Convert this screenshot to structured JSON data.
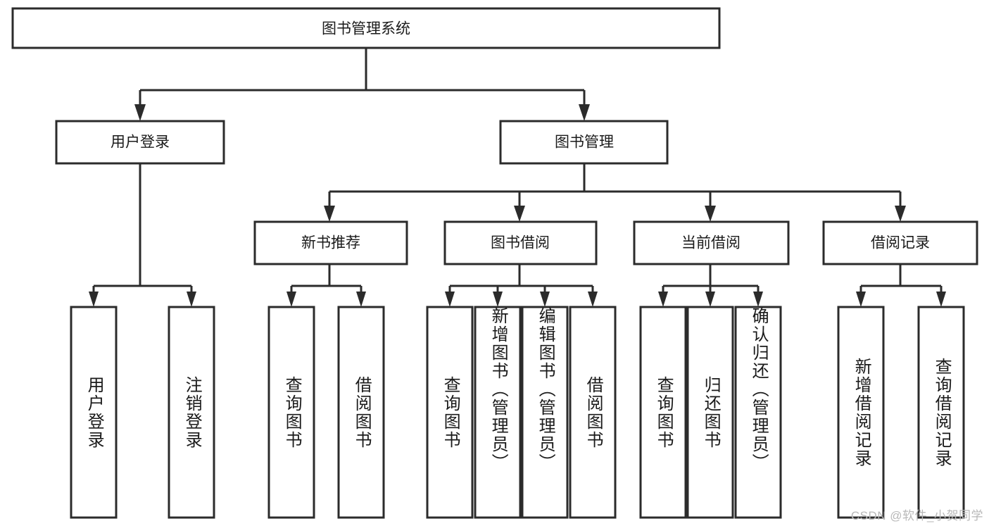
{
  "diagram": {
    "type": "hierarchy-tree",
    "title": "图书管理系统",
    "root": {
      "id": "root",
      "label": "图书管理系统",
      "orientation": "horizontal"
    },
    "level2": [
      {
        "id": "user-login",
        "label": "用户登录"
      },
      {
        "id": "book-management",
        "label": "图书管理"
      }
    ],
    "level3": [
      {
        "id": "new-book-recommend",
        "label": "新书推荐",
        "parent": "book-management"
      },
      {
        "id": "book-borrow",
        "label": "图书借阅",
        "parent": "book-management"
      },
      {
        "id": "current-borrow",
        "label": "当前借阅",
        "parent": "book-management"
      },
      {
        "id": "borrow-record",
        "label": "借阅记录",
        "parent": "book-management"
      }
    ],
    "leaves": [
      {
        "id": "leaf-user-login",
        "label": "用户登录",
        "parent": "user-login"
      },
      {
        "id": "leaf-logout-login",
        "label": "注销登录",
        "parent": "user-login"
      },
      {
        "id": "leaf-query-book-1",
        "label": "查询图书",
        "parent": "new-book-recommend"
      },
      {
        "id": "leaf-borrow-book-1",
        "label": "借阅图书",
        "parent": "new-book-recommend"
      },
      {
        "id": "leaf-query-book-2",
        "label": "查询图书",
        "parent": "book-borrow"
      },
      {
        "id": "leaf-add-book",
        "label": "新增图书（管理员）",
        "parent": "book-borrow"
      },
      {
        "id": "leaf-edit-book",
        "label": "编辑图书（管理员）",
        "parent": "book-borrow"
      },
      {
        "id": "leaf-borrow-book-2",
        "label": "借阅图书",
        "parent": "book-borrow"
      },
      {
        "id": "leaf-query-book-3",
        "label": "查询图书",
        "parent": "current-borrow"
      },
      {
        "id": "leaf-return-book",
        "label": "归还图书",
        "parent": "current-borrow"
      },
      {
        "id": "leaf-confirm-return",
        "label": "确认归还（管理员）",
        "parent": "current-borrow"
      },
      {
        "id": "leaf-add-record",
        "label": "新增借阅记录",
        "parent": "borrow-record"
      },
      {
        "id": "leaf-query-record",
        "label": "查询借阅记录",
        "parent": "borrow-record"
      }
    ],
    "colors": {
      "stroke": "#2b2b2b",
      "fill": "#ffffff",
      "text": "#1a1a1a",
      "watermark": "#b8b8b8"
    }
  },
  "watermark": {
    "text": "CSDN @软件_小贺同学"
  }
}
